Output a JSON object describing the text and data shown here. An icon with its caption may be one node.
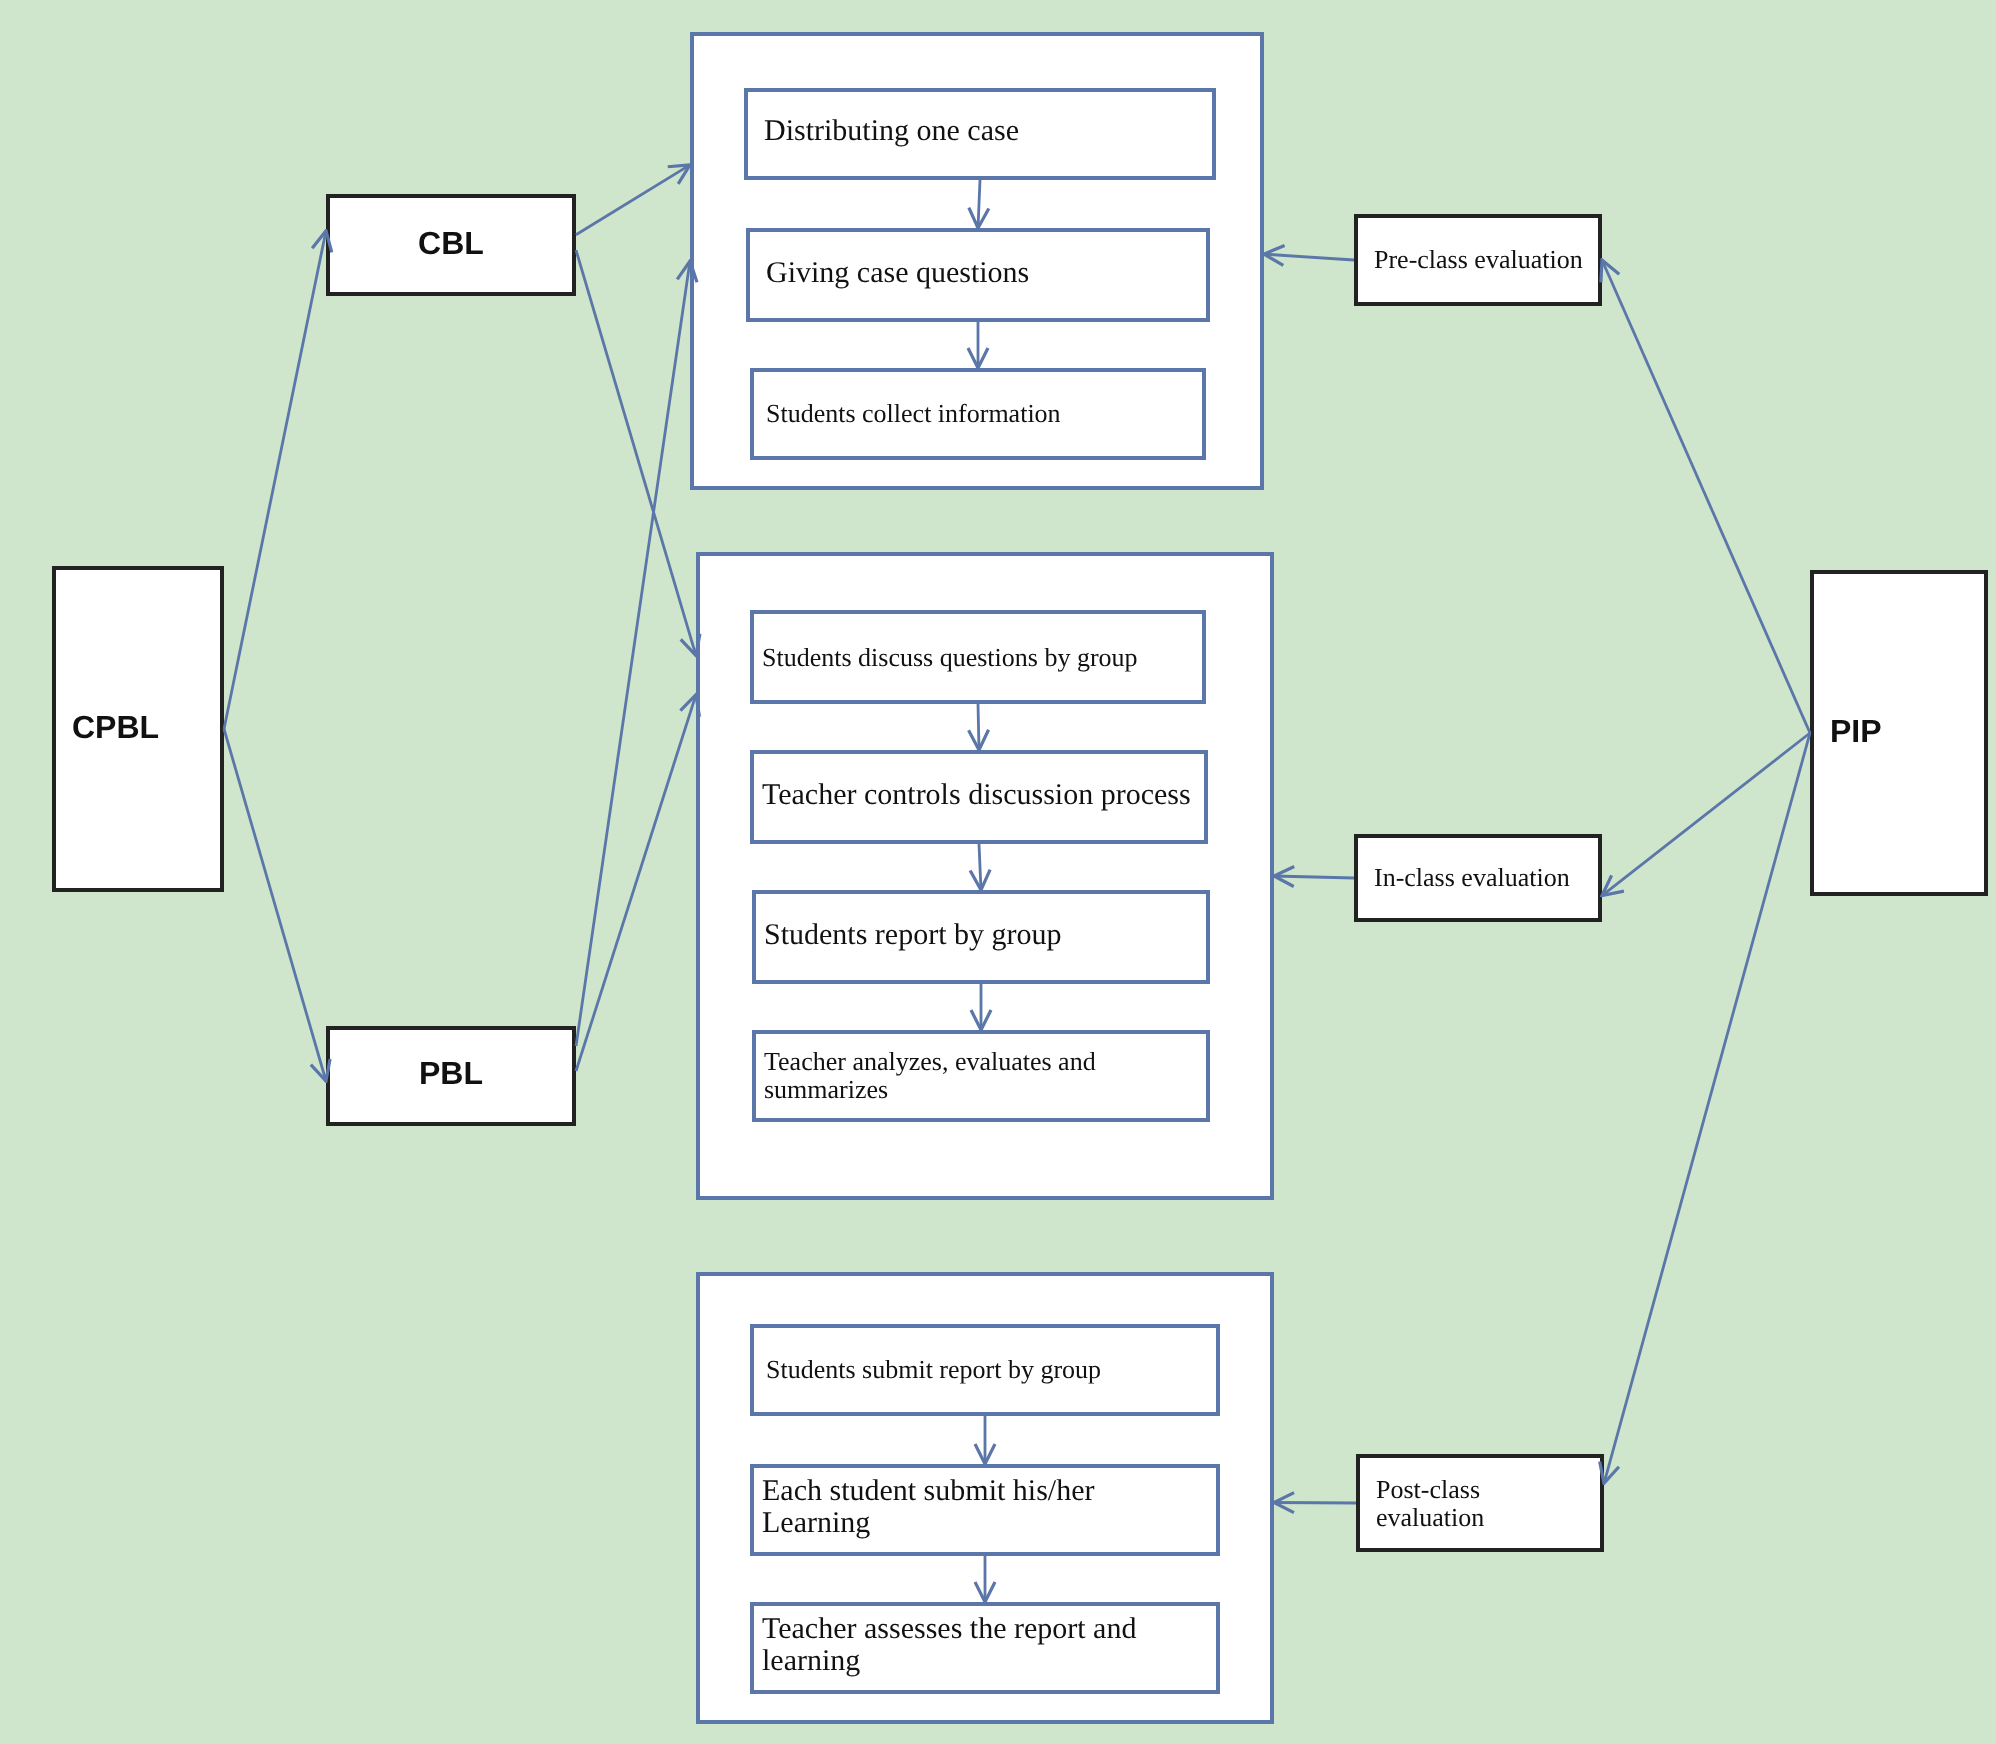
{
  "diagram": {
    "nodes": [
      {
        "text": [
          "CPBL"
        ]
      },
      {
        "text": [
          "CBL"
        ]
      },
      {
        "text": [
          "PBL"
        ]
      },
      {
        "text": [],
        "shape": "box"
      },
      {
        "text": [
          "Distributing one case"
        ],
        "in": 3
      },
      {
        "text": [
          "Giving case questions"
        ],
        "in": 3
      },
      {
        "text": [
          "Students collect information"
        ],
        "in": 3
      },
      {
        "text": [],
        "shape": "box"
      },
      {
        "text": [
          "Students discuss questions by group"
        ],
        "in": 7
      },
      {
        "text": [
          "Teacher controls discussion process"
        ],
        "in": 7
      },
      {
        "text": [
          "Students report by group"
        ],
        "in": 7
      },
      {
        "text": [
          "Teacher analyzes, evaluates and summarizes"
        ],
        "in": 7
      },
      {
        "text": [],
        "shape": "box"
      },
      {
        "text": [
          "Students submit report by group"
        ],
        "in": 12
      },
      {
        "text": [
          "Each student submit his/her Learning"
        ],
        "in": 12
      },
      {
        "text": [
          "Teacher assesses the report and learning"
        ],
        "in": 12
      },
      {
        "text": [
          "Pre-class evaluation"
        ]
      },
      {
        "text": [
          "In-class evaluation"
        ]
      },
      {
        "text": [
          "Post-class evaluation"
        ]
      },
      {
        "text": [
          "PIP"
        ]
      }
    ],
    "edges": [
      {
        "from": 0,
        "to": 1,
        "arrow": "to"
      },
      {
        "from": 0,
        "to": 2,
        "arrow": "to"
      },
      {
        "from": 1,
        "to": 3,
        "arrow": "to"
      },
      {
        "from": 1,
        "to": 7,
        "arrow": "to"
      },
      {
        "from": 2,
        "to": 3,
        "arrow": "to"
      },
      {
        "from": 2,
        "to": 7,
        "arrow": "to"
      },
      {
        "from": 4,
        "to": 5,
        "arrow": "to"
      },
      {
        "from": 5,
        "to": 6,
        "arrow": "to"
      },
      {
        "from": 8,
        "to": 9,
        "arrow": "to"
      },
      {
        "from": 9,
        "to": 10,
        "arrow": "to"
      },
      {
        "from": 10,
        "to": 11,
        "arrow": "to"
      },
      {
        "from": 13,
        "to": 14,
        "arrow": "to"
      },
      {
        "from": 14,
        "to": 15,
        "arrow": "to"
      },
      {
        "from": 16,
        "to": 3,
        "arrow": "to"
      },
      {
        "from": 17,
        "to": 7,
        "arrow": "to"
      },
      {
        "from": 18,
        "to": 12,
        "arrow": "to"
      },
      {
        "from": 19,
        "to": 16,
        "arrow": "to"
      },
      {
        "from": 19,
        "to": 17,
        "arrow": "to"
      },
      {
        "from": 19,
        "to": 18,
        "arrow": "to"
      }
    ]
  }
}
